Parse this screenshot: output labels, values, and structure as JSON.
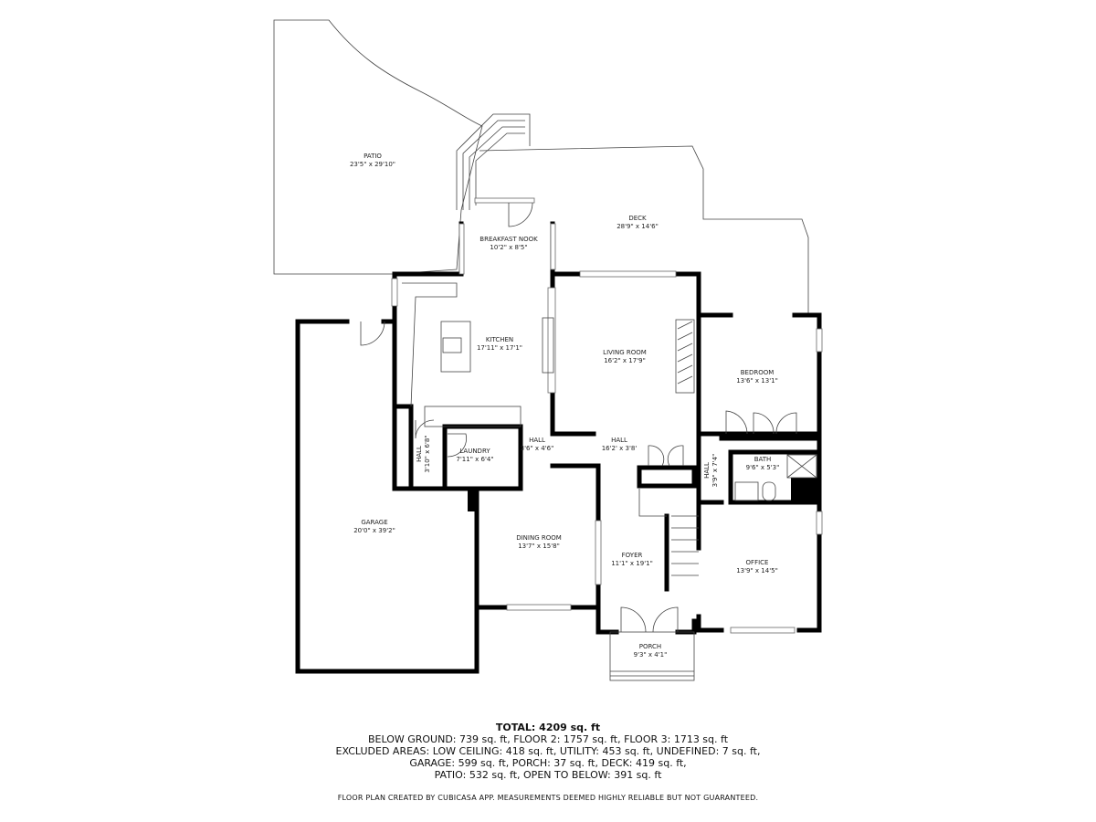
{
  "rooms": {
    "patio": {
      "name": "PATIO",
      "dims": "23'5\" x 29'10\""
    },
    "deck": {
      "name": "DECK",
      "dims": "28'9\" x 14'6\""
    },
    "breakfast_nook": {
      "name": "BREAKFAST NOOK",
      "dims": "10'2\" x 8'5\""
    },
    "kitchen": {
      "name": "KITCHEN",
      "dims": "17'11\" x 17'1\""
    },
    "living_room": {
      "name": "LIVING ROOM",
      "dims": "16'2\" x 17'9\""
    },
    "bedroom": {
      "name": "BEDROOM",
      "dims": "13'6\" x 13'1\""
    },
    "garage": {
      "name": "GARAGE",
      "dims": "20'0\" x 39'2\""
    },
    "hall_side": {
      "name": "HALL",
      "dims": "3'10\" x 6'8\""
    },
    "laundry": {
      "name": "LAUNDRY",
      "dims": "7'11\" x 6'4\""
    },
    "hall_small": {
      "name": "HALL",
      "dims": "3'6\" x 4'6\""
    },
    "hall_main": {
      "name": "HALL",
      "dims": "16'2' x 3'8'"
    },
    "hall_bath": {
      "name": "HALL",
      "dims": "3'9\" x 7'4\""
    },
    "bath": {
      "name": "BATH",
      "dims": "9'6\" x 5'3\""
    },
    "dining_room": {
      "name": "DINING ROOM",
      "dims": "13'7\" x 15'8\""
    },
    "foyer": {
      "name": "FOYER",
      "dims": "11'1\" x 19'1\""
    },
    "office": {
      "name": "OFFICE",
      "dims": "13'9\" x 14'5\""
    },
    "porch": {
      "name": "PORCH",
      "dims": "9'3\" x 4'1\""
    }
  },
  "summary": {
    "total": "TOTAL: 4209 sq. ft",
    "line1": "BELOW GROUND: 739 sq. ft, FLOOR 2: 1757 sq. ft, FLOOR 3: 1713 sq. ft",
    "line2": "EXCLUDED AREAS: LOW CEILING: 418 sq. ft, UTILITY: 453 sq. ft, UNDEFINED: 7 sq. ft,",
    "line3": "GARAGE: 599 sq. ft, PORCH: 37 sq. ft, DECK: 419 sq. ft,",
    "line4": "PATIO: 532 sq. ft, OPEN TO BELOW: 391 sq. ft"
  },
  "credit": "FLOOR PLAN CREATED BY CUBICASA APP. MEASUREMENTS DEEMED HIGHLY RELIABLE BUT NOT GUARANTEED."
}
